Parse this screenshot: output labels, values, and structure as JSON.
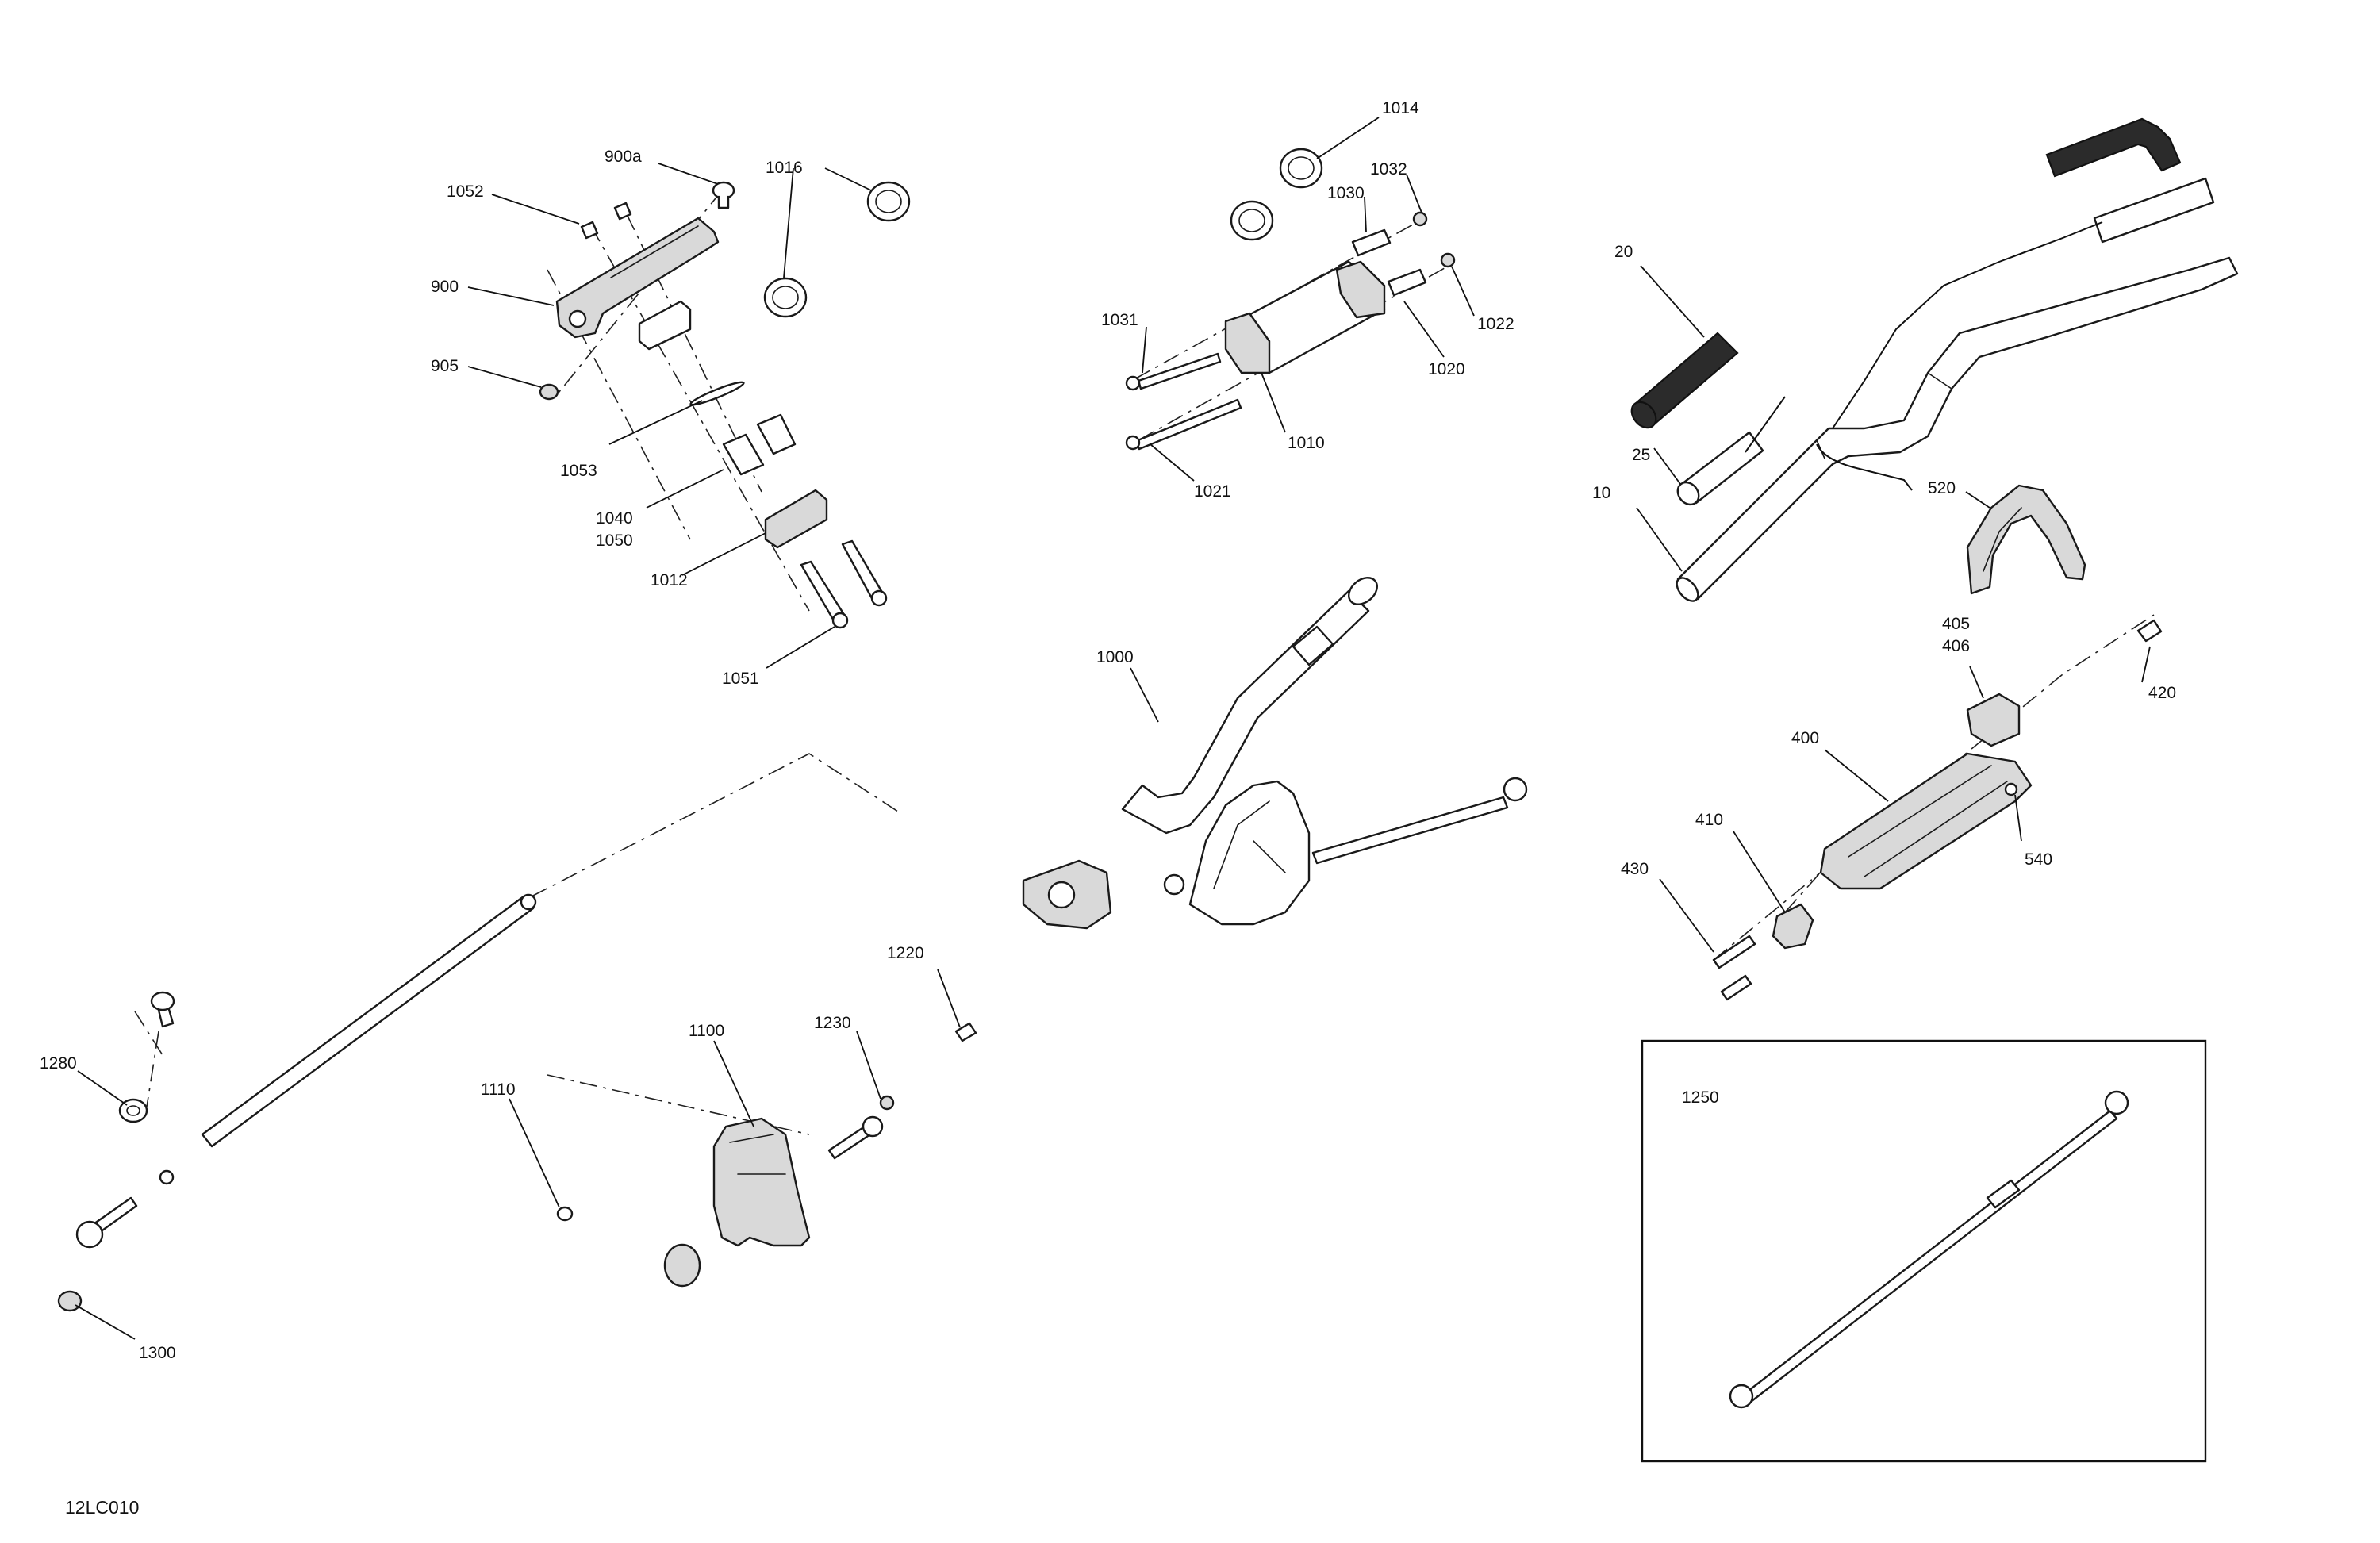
{
  "figure_ref": "12LC010",
  "callouts": {
    "c900a": "900a",
    "c1052": "1052",
    "c900": "900",
    "c905": "905",
    "c1016": "1016",
    "c1053": "1053",
    "c1040": "1040",
    "c1050": "1050",
    "c1012": "1012",
    "c1051": "1051",
    "c1014": "1014",
    "c1032": "1032",
    "c1030": "1030",
    "c1031": "1031",
    "c1022": "1022",
    "c1020": "1020",
    "c1010": "1010",
    "c1021": "1021",
    "c20": "20",
    "c25": "25",
    "c10": "10",
    "c520": "520",
    "c405": "405",
    "c406": "406",
    "c420": "420",
    "c400": "400",
    "c540": "540",
    "c410": "410",
    "c430": "430",
    "c1000": "1000",
    "c1220": "1220",
    "c1230": "1230",
    "c1100": "1100",
    "c1110": "1110",
    "c1280": "1280",
    "c1300": "1300",
    "c1250": "1250"
  }
}
